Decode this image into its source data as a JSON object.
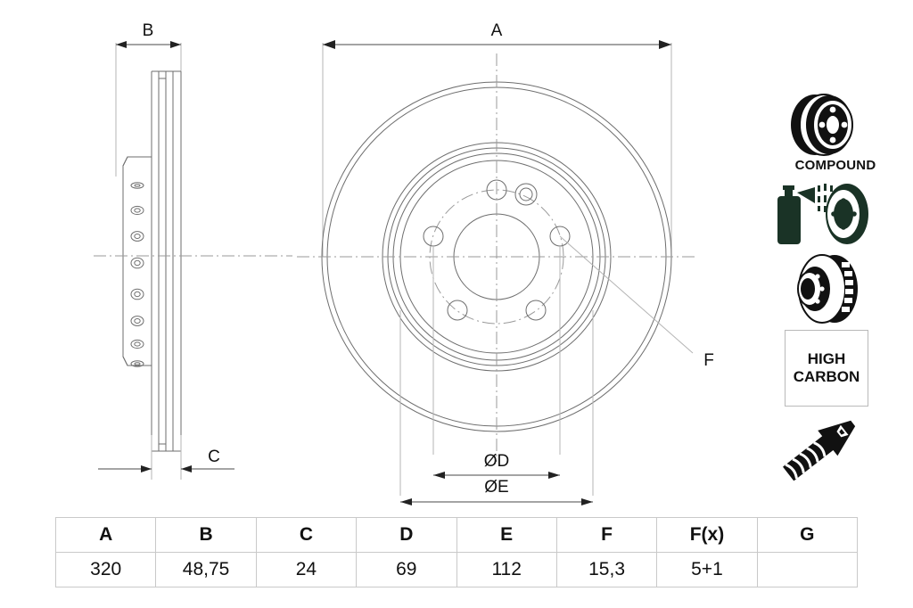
{
  "drawing": {
    "title": "Brake disc technical drawing",
    "dimension_labels": {
      "a": "A",
      "b": "B",
      "c": "C",
      "d": "ØD",
      "e": "ØE",
      "f": "F"
    }
  },
  "badges": [
    {
      "id": "compound",
      "label": "COMPOUND",
      "icon": "compound-disc-icon",
      "color": "#111111"
    },
    {
      "id": "coating",
      "label": "",
      "icon": "spray-coating-icon",
      "color": "#1a3326"
    },
    {
      "id": "vented",
      "label": "",
      "icon": "vented-disc-icon",
      "color": "#111111"
    },
    {
      "id": "high-carbon",
      "label_line1": "HIGH",
      "label_line2": "CARBON",
      "icon": "high-carbon-box",
      "color": "#111111"
    },
    {
      "id": "screw",
      "label": "",
      "icon": "countersunk-screw-icon",
      "color": "#111111"
    }
  ],
  "spec_table": {
    "headers": [
      "A",
      "B",
      "C",
      "D",
      "E",
      "F",
      "F(x)",
      "G"
    ],
    "values": [
      "320",
      "48,75",
      "24",
      "69",
      "112",
      "15,3",
      "5+1",
      ""
    ]
  }
}
